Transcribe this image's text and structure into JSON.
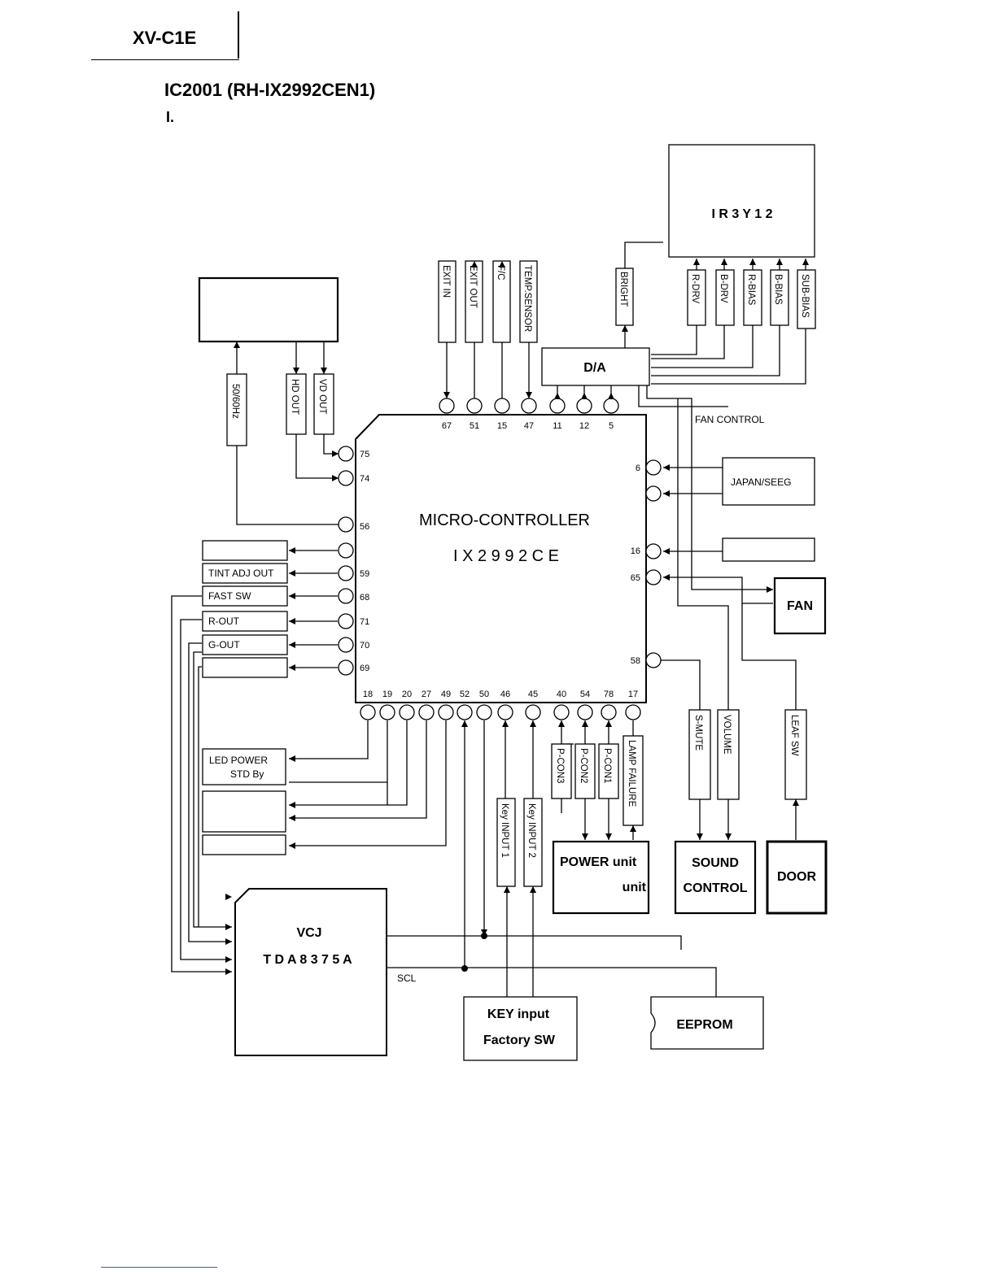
{
  "header": {
    "model": "XV-C1E"
  },
  "title": "IC2001 (RH-IX2992CEN1)",
  "section": "I.",
  "mcu": {
    "name": "MICRO-CONTROLLER",
    "part": "I X 2 9 9 2 C E"
  },
  "blocks": {
    "ir3y12": "I R 3 Y 1 2",
    "da": "D/A",
    "fan": "FAN",
    "power_l1": "POWER unit",
    "power_l2": "unit",
    "sound_l1": "SOUND",
    "sound_l2": "CONTROL",
    "door": "DOOR",
    "vcj_l1": "VCJ",
    "vcj_l2": "T D A 8 3 7 5 A",
    "key_l1": "KEY input",
    "key_l2": "Factory SW",
    "eeprom": "EEPROM",
    "japan": "JAPAN/SEEG"
  },
  "top_signals": [
    "EXIT IN",
    "EXIT OUT",
    "F/C",
    "TEMP.SENSOR"
  ],
  "top_pins": [
    "67",
    "51",
    "15",
    "47",
    "11",
    "12",
    "5"
  ],
  "bright": "BRIGHT",
  "drv_signals": [
    "R-DRV",
    "B-DRV",
    "R-BIAS",
    "B-BIAS",
    "SUB-BIAS"
  ],
  "fan_control": "FAN CONTROL",
  "left_vertical": [
    "50/60Hz",
    "HD OUT",
    "VD OUT"
  ],
  "left_upper_pins": [
    "75",
    "74",
    "56"
  ],
  "left_outputs": [
    "",
    "TINT ADJ OUT",
    "FAST SW",
    "R-OUT",
    "G-OUT",
    ""
  ],
  "left_output_pins": [
    "",
    "59",
    "68",
    "71",
    "70",
    "69"
  ],
  "right_pins": [
    "6",
    "16",
    "65",
    "58"
  ],
  "bottom_pins": [
    "18",
    "19",
    "20",
    "27",
    "49",
    "52",
    "50",
    "46",
    "45",
    "40",
    "54",
    "78",
    "17"
  ],
  "led_power": [
    "LED POWER",
    "STD By"
  ],
  "key_inputs": [
    "Key INPUT 1",
    "Key INPUT 2"
  ],
  "pcon": [
    "P-CON3",
    "P-CON2",
    "P-CON1",
    "LAMP FAILURE"
  ],
  "right_vertical": [
    "S-MUTE",
    "VOLUME",
    "LEAF SW"
  ],
  "scl": "SCL"
}
